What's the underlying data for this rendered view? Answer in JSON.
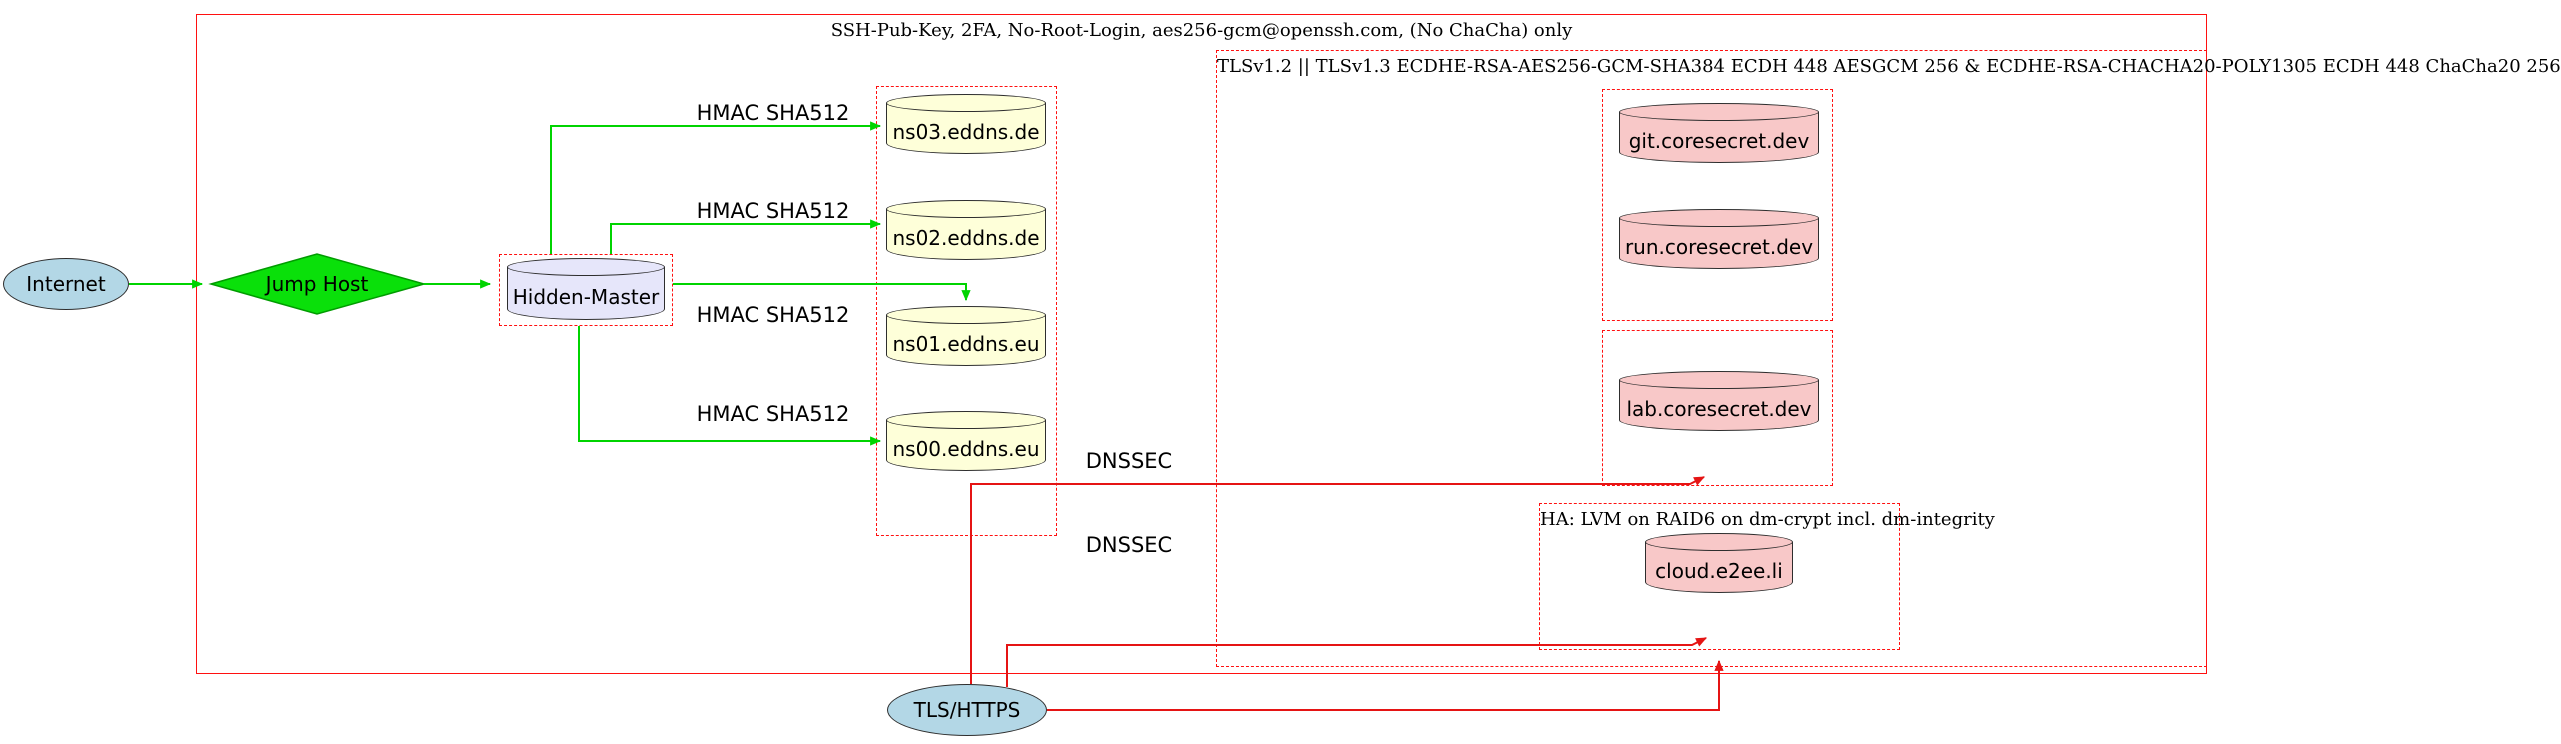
{
  "clusters": {
    "ssh": {
      "label": "SSH-Pub-Key, 2FA, No-Root-Login, aes256-gcm@openssh.com, (No ChaCha) only"
    },
    "tls": {
      "label": "TLSv1.2 || TLSv1.3 ECDHE-RSA-AES256-GCM-SHA384 ECDH 448 AESGCM 256 & ECDHE-RSA-CHACHA20-POLY1305 ECDH 448 ChaCha20 256"
    },
    "ha": {
      "label": "HA: LVM on RAID6 on dm-crypt incl. dm-integrity"
    }
  },
  "nodes": {
    "internet": {
      "label": "Internet"
    },
    "jump_host": {
      "label": "Jump Host"
    },
    "hidden_master": {
      "label": "Hidden-Master"
    },
    "ns03": {
      "label": "ns03.eddns.de"
    },
    "ns02": {
      "label": "ns02.eddns.de"
    },
    "ns01": {
      "label": "ns01.eddns.eu"
    },
    "ns00": {
      "label": "ns00.eddns.eu"
    },
    "git": {
      "label": "git.coresecret.dev"
    },
    "run": {
      "label": "run.coresecret.dev"
    },
    "lab": {
      "label": "lab.coresecret.dev"
    },
    "cloud": {
      "label": "cloud.e2ee.li"
    },
    "tls_https": {
      "label": "TLS/HTTPS"
    }
  },
  "edge_labels": {
    "hmac": "HMAC SHA512",
    "dnssec": "DNSSEC"
  },
  "colors": {
    "cluster_border": "#ff1010",
    "edge_green": "#00d400",
    "edge_red": "#e51414",
    "node_blue": "#b3d7e6",
    "node_green": "#0ae00a",
    "node_lavender": "#e6e6fa",
    "node_yellow": "#feffd9",
    "node_pink": "#f8c8c8"
  }
}
